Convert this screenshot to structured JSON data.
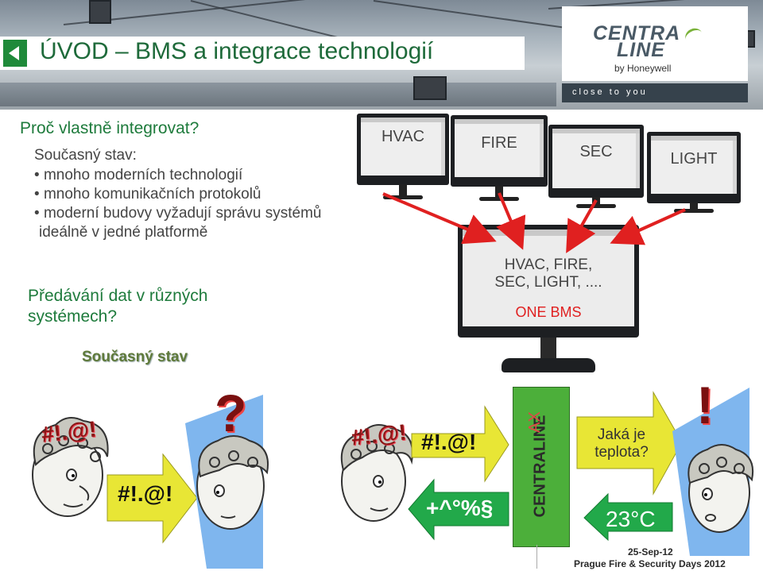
{
  "header": {
    "title": "ÚVOD – BMS a integrace technologií",
    "logo_line1": "CENTRA",
    "logo_line2": "LINE",
    "logo_sub": "by Honeywell",
    "tagline": "close to you"
  },
  "intro": {
    "question": "Proč vlastně integrovat?",
    "state_label": "Současný stav:",
    "bullets": [
      "mnoho moderních technologií",
      "mnoho komunikačních protokolů",
      "moderní budovy vyžadují správu systémů",
      "ideálně v jedné platformě"
    ],
    "transfer_line1": "Předávání dat v různých",
    "transfer_line2": "systémech?",
    "current_state": "Současný stav"
  },
  "monitors": [
    {
      "label": "HVAC"
    },
    {
      "label": "FIRE"
    },
    {
      "label": "SEC"
    },
    {
      "label": "LIGHT"
    }
  ],
  "central_monitor": {
    "line1": "HVAC, FIRE,",
    "line2": "SEC, LIGHT, ....",
    "name": "ONE BMS"
  },
  "cartoon": {
    "shout_left": "#!.@!",
    "shout_right": "#!.@!",
    "arrow_left_text": "#!.@!",
    "question_mark": "?",
    "arrow_right_text": "#!.@!",
    "arrow_back_text": "+^°%§",
    "centraline": "CENTRALINE",
    "ax": "AX",
    "question_line1": "Jaká je",
    "question_line2": "teplota?",
    "exclamation": "!",
    "temperature": "23°C"
  },
  "footer": {
    "date": "25-Sep-12",
    "event": "Prague Fire & Security Days 2012"
  },
  "colors": {
    "title_green": "#1e6a3a",
    "accent_green": "#1f8a3a",
    "arrow_red": "#e02020",
    "arrow_yellow": "#e8e635",
    "arrow_green": "#22a94a",
    "centraline_green": "#4caf3a"
  }
}
